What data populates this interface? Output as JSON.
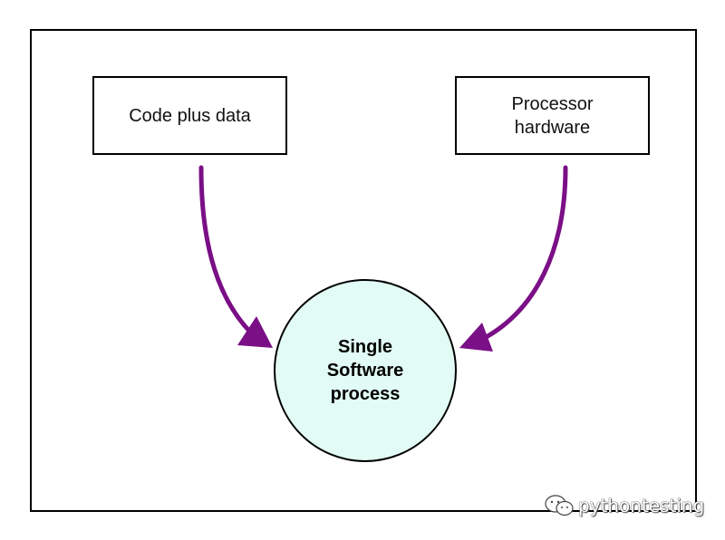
{
  "diagram": {
    "nodes": {
      "source_left": {
        "label": "Code plus data"
      },
      "source_right": {
        "lines": [
          "Processor",
          "hardware"
        ]
      },
      "target": {
        "lines": [
          "Single",
          "Software",
          "process"
        ]
      }
    },
    "edges": [
      {
        "from": "source_left",
        "to": "target"
      },
      {
        "from": "source_right",
        "to": "target"
      }
    ],
    "colors": {
      "arrow": "#7a0f86",
      "circle_fill": "#e2fbf4",
      "border": "#000000"
    }
  },
  "watermark": {
    "text": "pythontesting",
    "icon": "wechat-icon"
  }
}
